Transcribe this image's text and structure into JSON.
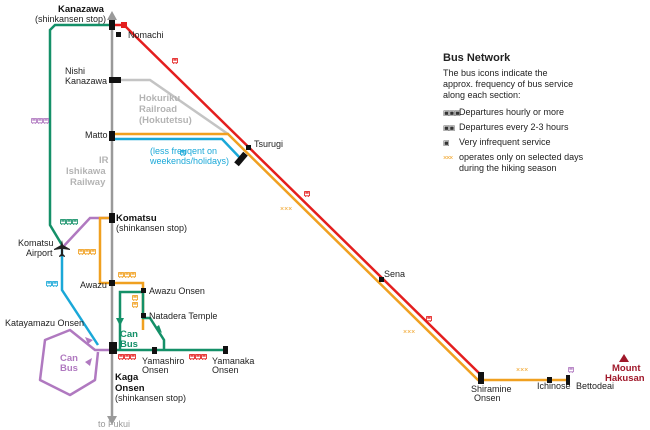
{
  "map": {
    "colors": {
      "red": "#e41e1e",
      "orange": "#f0a020",
      "green": "#149068",
      "blue": "#1aa8d8",
      "gray": "#b4b4b4",
      "purple": "#b079c0",
      "mountain": "#a0182a"
    },
    "labels": {
      "kanazawa": "Kanazawa",
      "kanazawa_sub": "(shinkansen stop)",
      "nomachi": "Nomachi",
      "nishi_1": "Nishi",
      "nishi_2": "Kanazawa",
      "hokuriku_1": "Hokuriku",
      "hokuriku_2": "Railroad",
      "hokuriku_3": "(Hokutetsu)",
      "matto": "Matto",
      "tsurugi": "Tsurugi",
      "less_freq_1": "(less freuqent on",
      "less_freq_2": "weekends/holidays)",
      "ir_1": "IR",
      "ir_2": "Ishikawa",
      "ir_3": "Railway",
      "komatsu": "Komatsu",
      "komatsu_sub": "(shinkansen stop)",
      "komatsu_airport_1": "Komatsu",
      "komatsu_airport_2": "Airport",
      "awazu": "Awazu",
      "awazu_onsen": "Awazu Onsen",
      "natadera": "Natadera Temple",
      "katayamazu": "Katayamazu Onsen",
      "can_bus_1": "Can",
      "can_bus_2": "Bus",
      "yamashiro_1": "Yamashiro",
      "yamashiro_2": "Onsen",
      "yamanaka_1": "Yamanaka",
      "yamanaka_2": "Onsen",
      "kaga_1": "Kaga",
      "kaga_2": "Onsen",
      "kaga_sub": "(shinkansen stop)",
      "to_fukui": "to Fukui",
      "sena": "Sena",
      "shiramine_1": "Shiramine",
      "shiramine_2": "Onsen",
      "ichinose": "Ichinose",
      "bettodeai": "Bettodeai",
      "mount_1": "Mount",
      "mount_2": "Hakusan"
    }
  },
  "legend": {
    "title": "Bus Network",
    "desc_1": "The bus icons indicate the",
    "desc_2": "approx. frequency of bus service",
    "desc_3": "along each section:",
    "items": [
      {
        "icon": "bus-icon-triple",
        "glyph": "▣▣▣",
        "label": "Departures hourly or more"
      },
      {
        "icon": "bus-icon-double",
        "glyph": "▣▣",
        "label": "Departures every 2-3 hours"
      },
      {
        "icon": "bus-icon-single",
        "glyph": "▣",
        "label": "Very infrequent service"
      },
      {
        "icon": "seasonal-icon",
        "glyph": "×××",
        "label_1": "operates only on selected days",
        "label_2": "during the hiking season"
      }
    ]
  }
}
